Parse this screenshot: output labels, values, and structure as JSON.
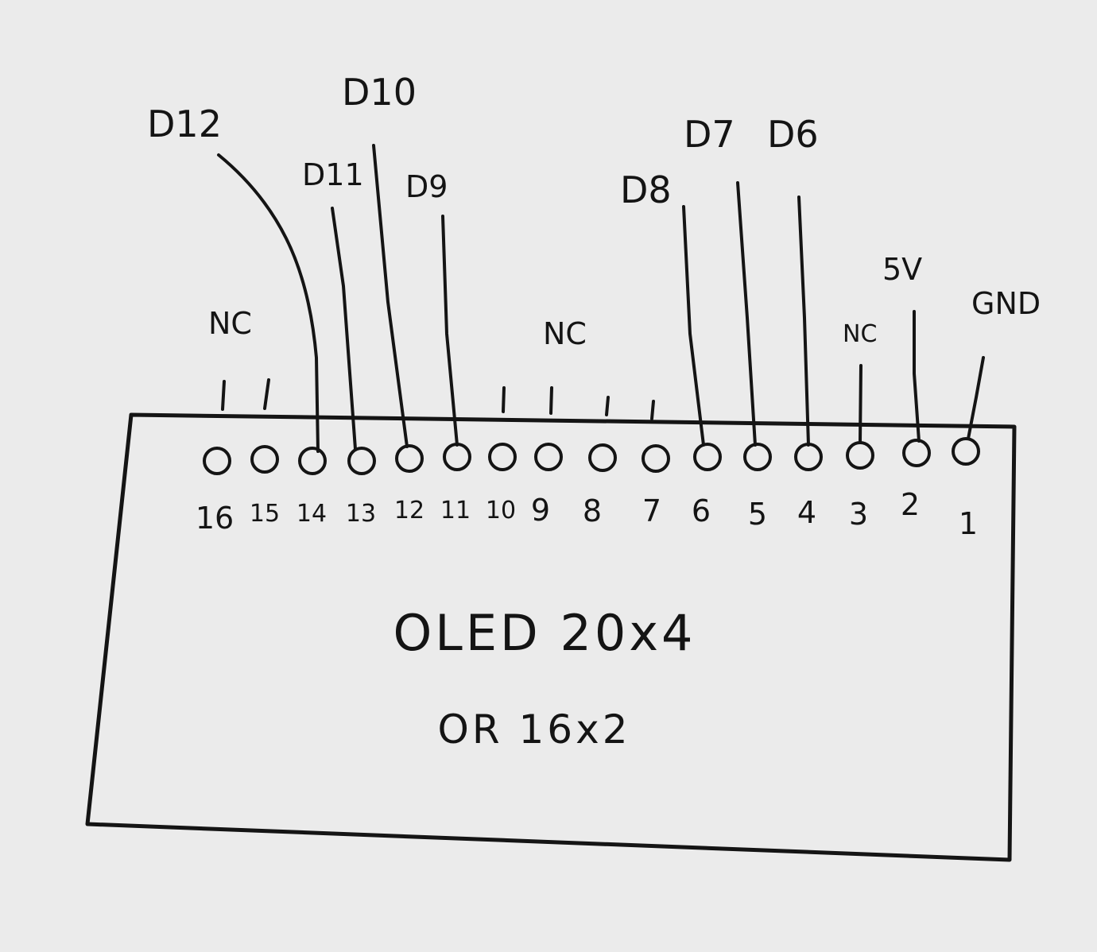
{
  "display": {
    "title": "OLED 20x4",
    "subtitle": "OR 16x2"
  },
  "pins": [
    {
      "num": "16",
      "signal": "NC"
    },
    {
      "num": "15",
      "signal": "NC"
    },
    {
      "num": "14",
      "signal": "D12"
    },
    {
      "num": "13",
      "signal": "D11"
    },
    {
      "num": "12",
      "signal": "D10"
    },
    {
      "num": "11",
      "signal": "D9"
    },
    {
      "num": "10",
      "signal": "NC"
    },
    {
      "num": "9",
      "signal": "NC"
    },
    {
      "num": "8",
      "signal": "NC"
    },
    {
      "num": "7",
      "signal": "NC"
    },
    {
      "num": "6",
      "signal": "D8"
    },
    {
      "num": "5",
      "signal": "D7"
    },
    {
      "num": "4",
      "signal": "D6"
    },
    {
      "num": "3",
      "signal": "NC"
    },
    {
      "num": "2",
      "signal": "5V"
    },
    {
      "num": "1",
      "signal": "GND"
    }
  ],
  "labels": {
    "d12": "D12",
    "d11": "D11",
    "d10": "D10",
    "d9": "D9",
    "d8": "D8",
    "d7": "D7",
    "d6": "D6",
    "v5": "5V",
    "gnd": "GND",
    "nc_left": "NC",
    "nc_middle": "NC",
    "nc_right": "NC"
  }
}
